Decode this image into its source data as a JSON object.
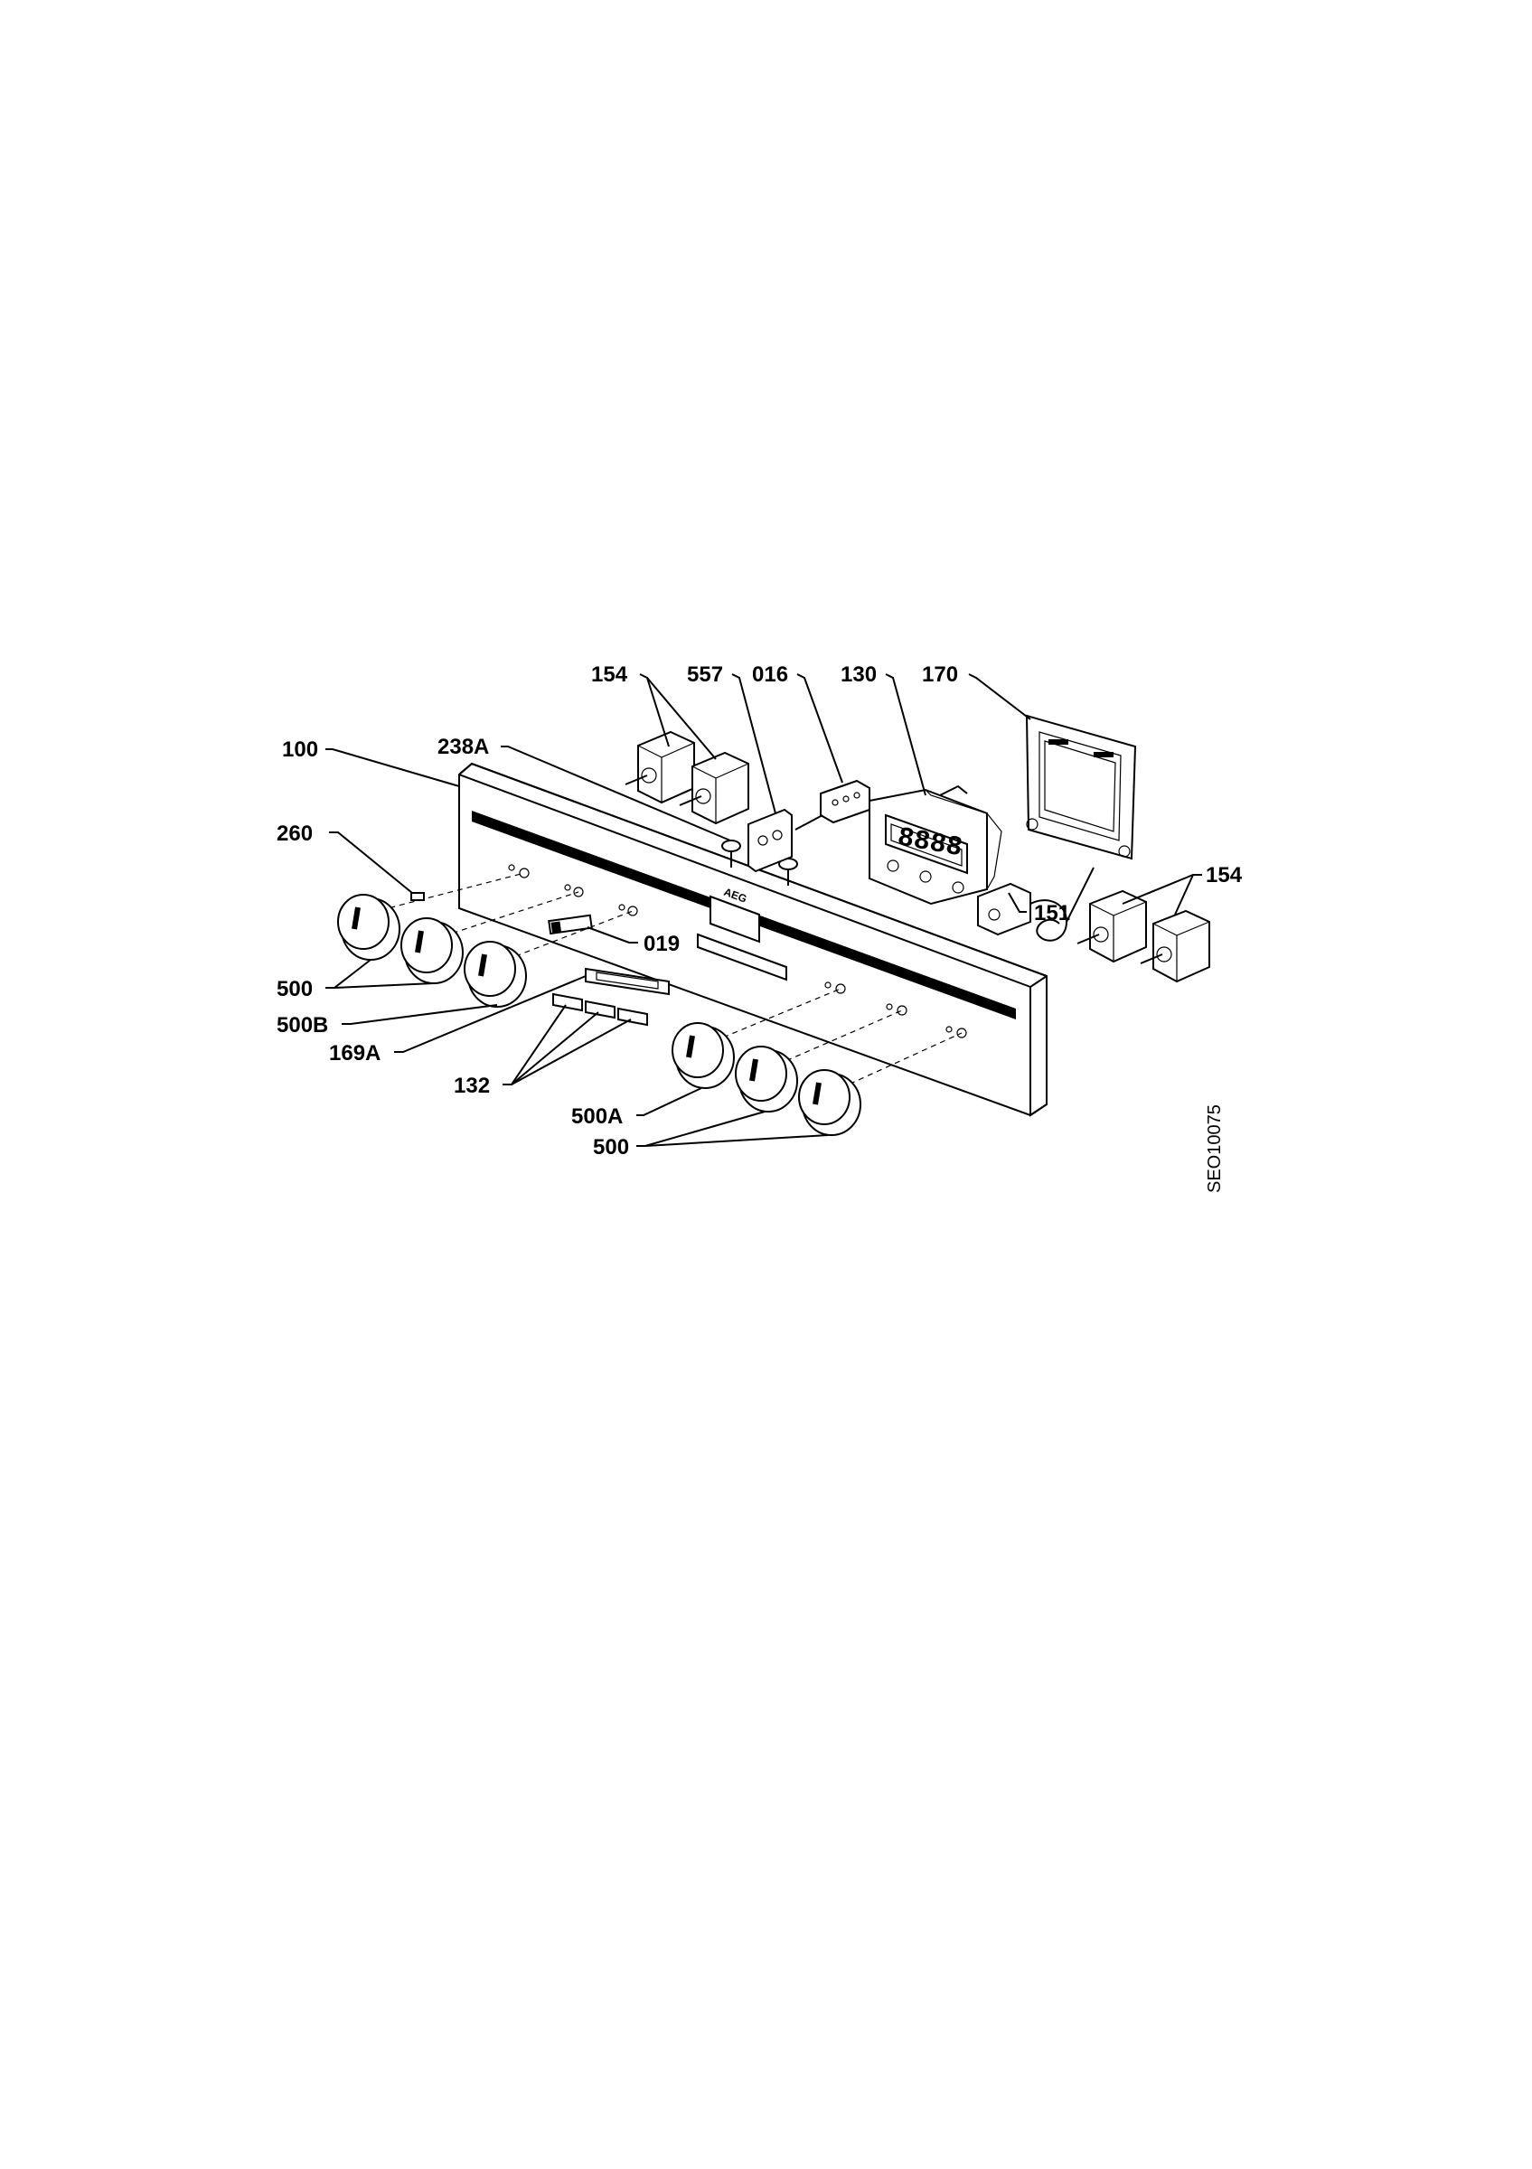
{
  "brand": "AEG",
  "drawing_code": "SEO10075",
  "display_digits": "8888",
  "labels": {
    "l154a": "154",
    "l557": "557",
    "l016": "016",
    "l130": "130",
    "l170": "170",
    "l100": "100",
    "l238A": "238A",
    "l260": "260",
    "l151": "151",
    "l154b": "154",
    "l019": "019",
    "l500a": "500",
    "l500B": "500B",
    "l169A": "169A",
    "l132": "132",
    "l500A": "500A",
    "l500b": "500"
  }
}
